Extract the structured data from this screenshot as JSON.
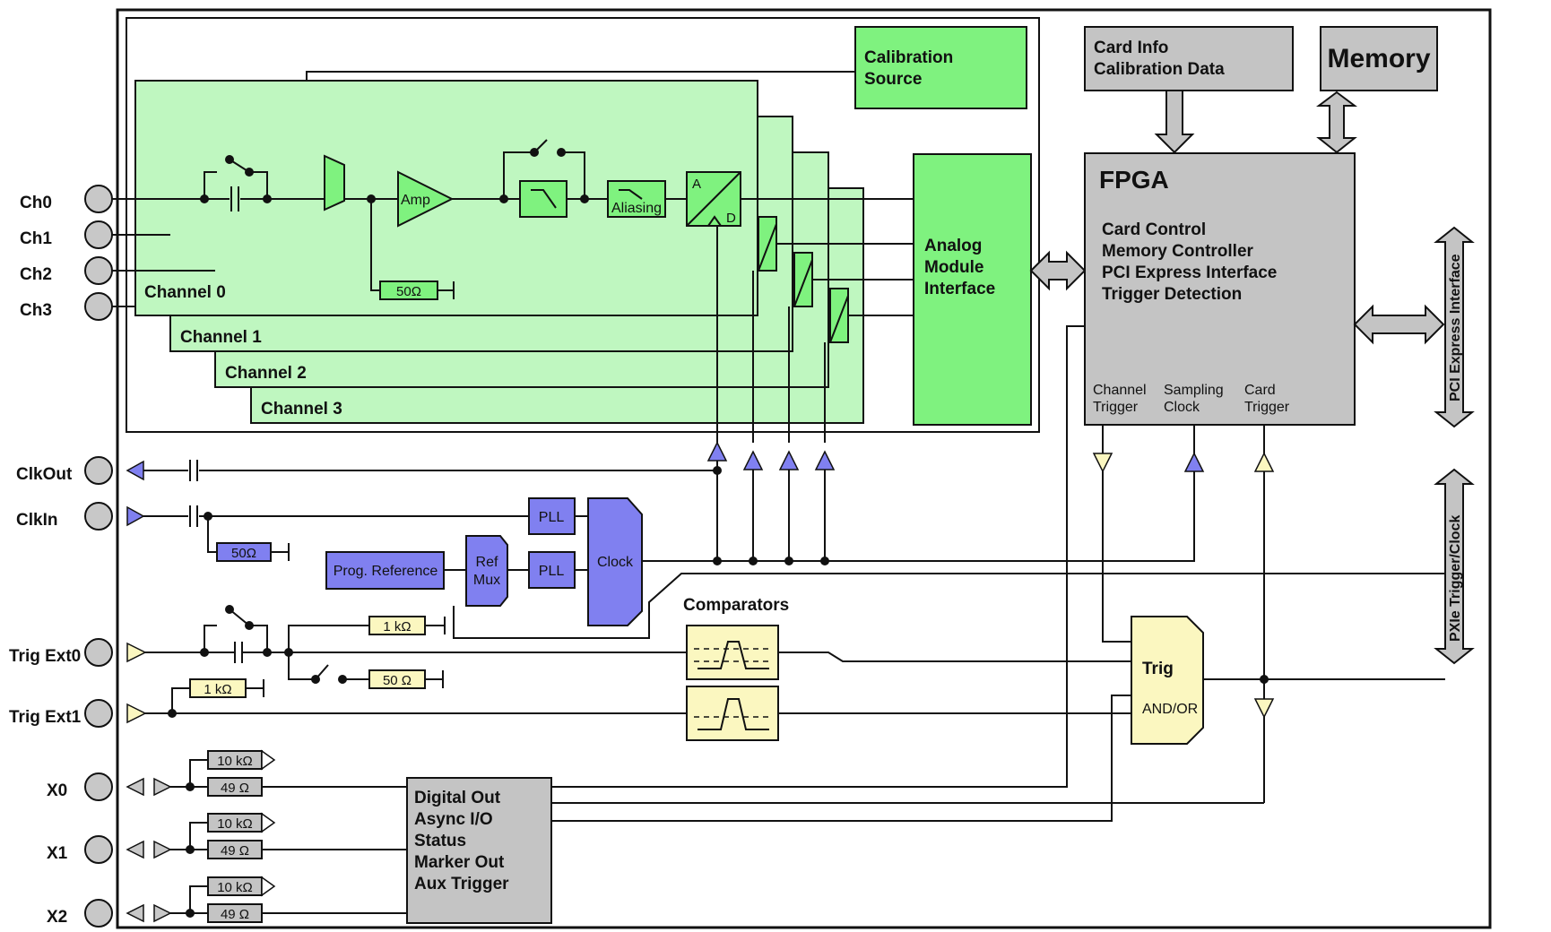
{
  "colors": {
    "green_bg": "#bff7c0",
    "green_block": "#7ff27f",
    "gray_block": "#c4c4c4",
    "blue": "#8080f0",
    "yellow": "#fbf7c0",
    "connector": "#c8c8c8"
  },
  "inputs": {
    "ch0": "Ch0",
    "ch1": "Ch1",
    "ch2": "Ch2",
    "ch3": "Ch3",
    "clkout": "ClkOut",
    "clkin": "ClkIn",
    "trig_ext0": "Trig Ext0",
    "trig_ext1": "Trig Ext1",
    "x0": "X0",
    "x1": "X1",
    "x2": "X2"
  },
  "channels": {
    "channel0": "Channel 0",
    "channel1": "Channel 1",
    "channel2": "Channel 2",
    "channel3": "Channel 3"
  },
  "analog": {
    "amp": "Amp",
    "aliasing": "Aliasing",
    "adc_a": "A",
    "adc_d": "D",
    "term_50": "50Ω"
  },
  "calibration_source": [
    "Calibration",
    "Source"
  ],
  "analog_module_interface": [
    "Analog",
    "Module",
    "Interface"
  ],
  "card_info": [
    "Card Info",
    "Calibration Data"
  ],
  "memory": "Memory",
  "fpga": {
    "title": "FPGA",
    "functions": [
      "Card Control",
      "Memory Controller",
      "PCI Express Interface",
      "Trigger Detection"
    ],
    "ports": {
      "channel_trigger": [
        "Channel",
        "Trigger"
      ],
      "sampling_clock": [
        "Sampling",
        "Clock"
      ],
      "card_trigger": [
        "Card",
        "Trigger"
      ]
    }
  },
  "bus": {
    "pci_express": "PCI Express Interface",
    "pxie_trigger": "PXIe Trigger/Clock"
  },
  "clock": {
    "clkin_term": "50Ω",
    "pll1": "PLL",
    "pll2": "PLL",
    "prog_reference": "Prog. Reference",
    "ref_mux": [
      "Ref",
      "Mux"
    ],
    "clock": "Clock"
  },
  "trigger": {
    "comparators": "Comparators",
    "r1k_a": "1 kΩ",
    "r50": "50 Ω",
    "r1k_b": "1 kΩ",
    "trig": "Trig",
    "andor": "AND/OR"
  },
  "digital": {
    "r10k": "10 kΩ",
    "r49": "49 Ω",
    "block": [
      "Digital Out",
      "Async I/O",
      "Status",
      "Marker Out",
      "Aux Trigger"
    ]
  }
}
